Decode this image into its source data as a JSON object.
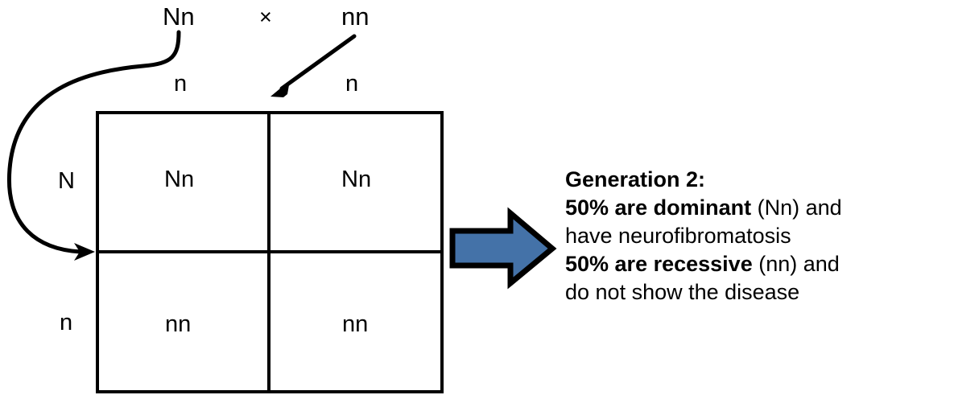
{
  "diagram": {
    "title_hidden": "",
    "parents": {
      "maternal_genotype": "Nn",
      "cross_symbol": "×",
      "paternal_genotype": "nn"
    },
    "gametes": {
      "columns": [
        "n",
        "n"
      ],
      "rows": [
        "N",
        "n"
      ]
    },
    "punnett_square": {
      "cells": [
        [
          "Nn",
          "Nn"
        ],
        [
          "nn",
          "nn"
        ]
      ]
    },
    "arrows": {
      "curved_arrow_name": "maternal-gamete-arrow",
      "straight_arrow_name": "paternal-gamete-arrow",
      "block_arrow_name": "result-block-arrow",
      "block_arrow_fill": "#4472A8",
      "block_arrow_stroke": "#000000"
    },
    "result": {
      "heading": "Generation 2:",
      "lines": [
        {
          "bold": "50% are dominant",
          "normal": " (Nn) and"
        },
        {
          "bold": "",
          "normal": "have neurofibromatosis"
        },
        {
          "bold": "50% are recessive",
          "normal": " (nn) and"
        },
        {
          "bold": "",
          "normal": "do not show the disease"
        }
      ],
      "line1_bold": "50% are dominant",
      "line1_normal": " (Nn) and",
      "line2_normal": "have neurofibromatosis",
      "line3_bold": "50% are recessive",
      "line3_normal": " (nn) and",
      "line4_normal": "do not show the disease"
    }
  }
}
